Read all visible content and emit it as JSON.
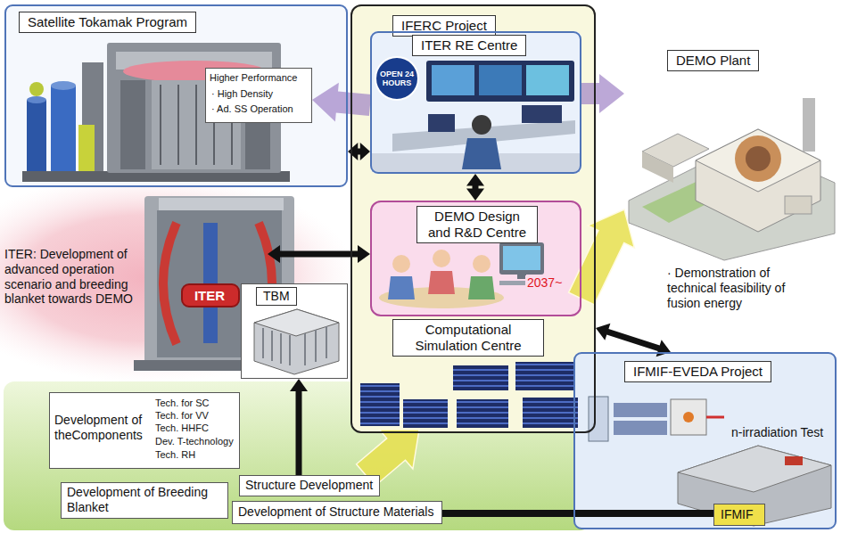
{
  "diagram": {
    "nodes": [
      {
        "text": [
          "Satellite Tokamak Program"
        ]
      },
      {
        "text": [
          "Higher Performance",
          "· High Density",
          "· Ad. SS Operation"
        ],
        "in": 0
      },
      {
        "text": [
          "IFERC Project"
        ]
      },
      {
        "text": [
          "ITER RE Centre"
        ],
        "in": 2
      },
      {
        "text": [
          "DEMO Design and R&D Centre"
        ],
        "in": 2
      },
      {
        "text": [
          "Computational Simulation Centre"
        ],
        "in": 2
      },
      {
        "text": [
          "DEMO Plant",
          "· Demonstration of technical feasibility of fusion energy"
        ]
      },
      {
        "text": [
          "ITER: Development of advanced operation scenario and breeding blanket towards DEMO"
        ]
      },
      {
        "text": [
          "ITER"
        ],
        "in": 7
      },
      {
        "text": [
          "TBM"
        ]
      },
      {
        "text": [
          "IFMIF-EVEDA Project"
        ]
      },
      {
        "text": [
          "IFMIF"
        ],
        "in": 10
      },
      {
        "text": [
          "Development of theComponents",
          "Tech. for SC",
          "Tech. for VV",
          "Tech. HHFC",
          "Dev. T-technology",
          "Tech. RH"
        ]
      },
      {
        "text": [
          "Development of Breeding Blanket"
        ]
      },
      {
        "text": [
          "Structure Development"
        ]
      },
      {
        "text": [
          "Development of Structure Materials"
        ]
      }
    ],
    "edges": [
      {
        "from": 0,
        "to": 3,
        "arrow": "both"
      },
      {
        "from": 3,
        "to": 1,
        "arrow": "to"
      },
      {
        "from": 3,
        "to": 4,
        "arrow": "both"
      },
      {
        "from": 3,
        "to": 6,
        "arrow": "to"
      },
      {
        "from": 7,
        "to": 4,
        "arrow": "both"
      },
      {
        "from": 4,
        "to": 6,
        "label": "2037~",
        "arrow": "to"
      },
      {
        "from": 2,
        "to": 10,
        "arrow": "both"
      },
      {
        "from": 14,
        "to": 9,
        "arrow": "to"
      },
      {
        "from": 14,
        "to": 5,
        "arrow": "to"
      },
      {
        "from": 15,
        "to": 11,
        "arrow": "none"
      }
    ],
    "labels": [
      "OPEN 24 HOURS",
      "n-irradiation Test"
    ]
  }
}
